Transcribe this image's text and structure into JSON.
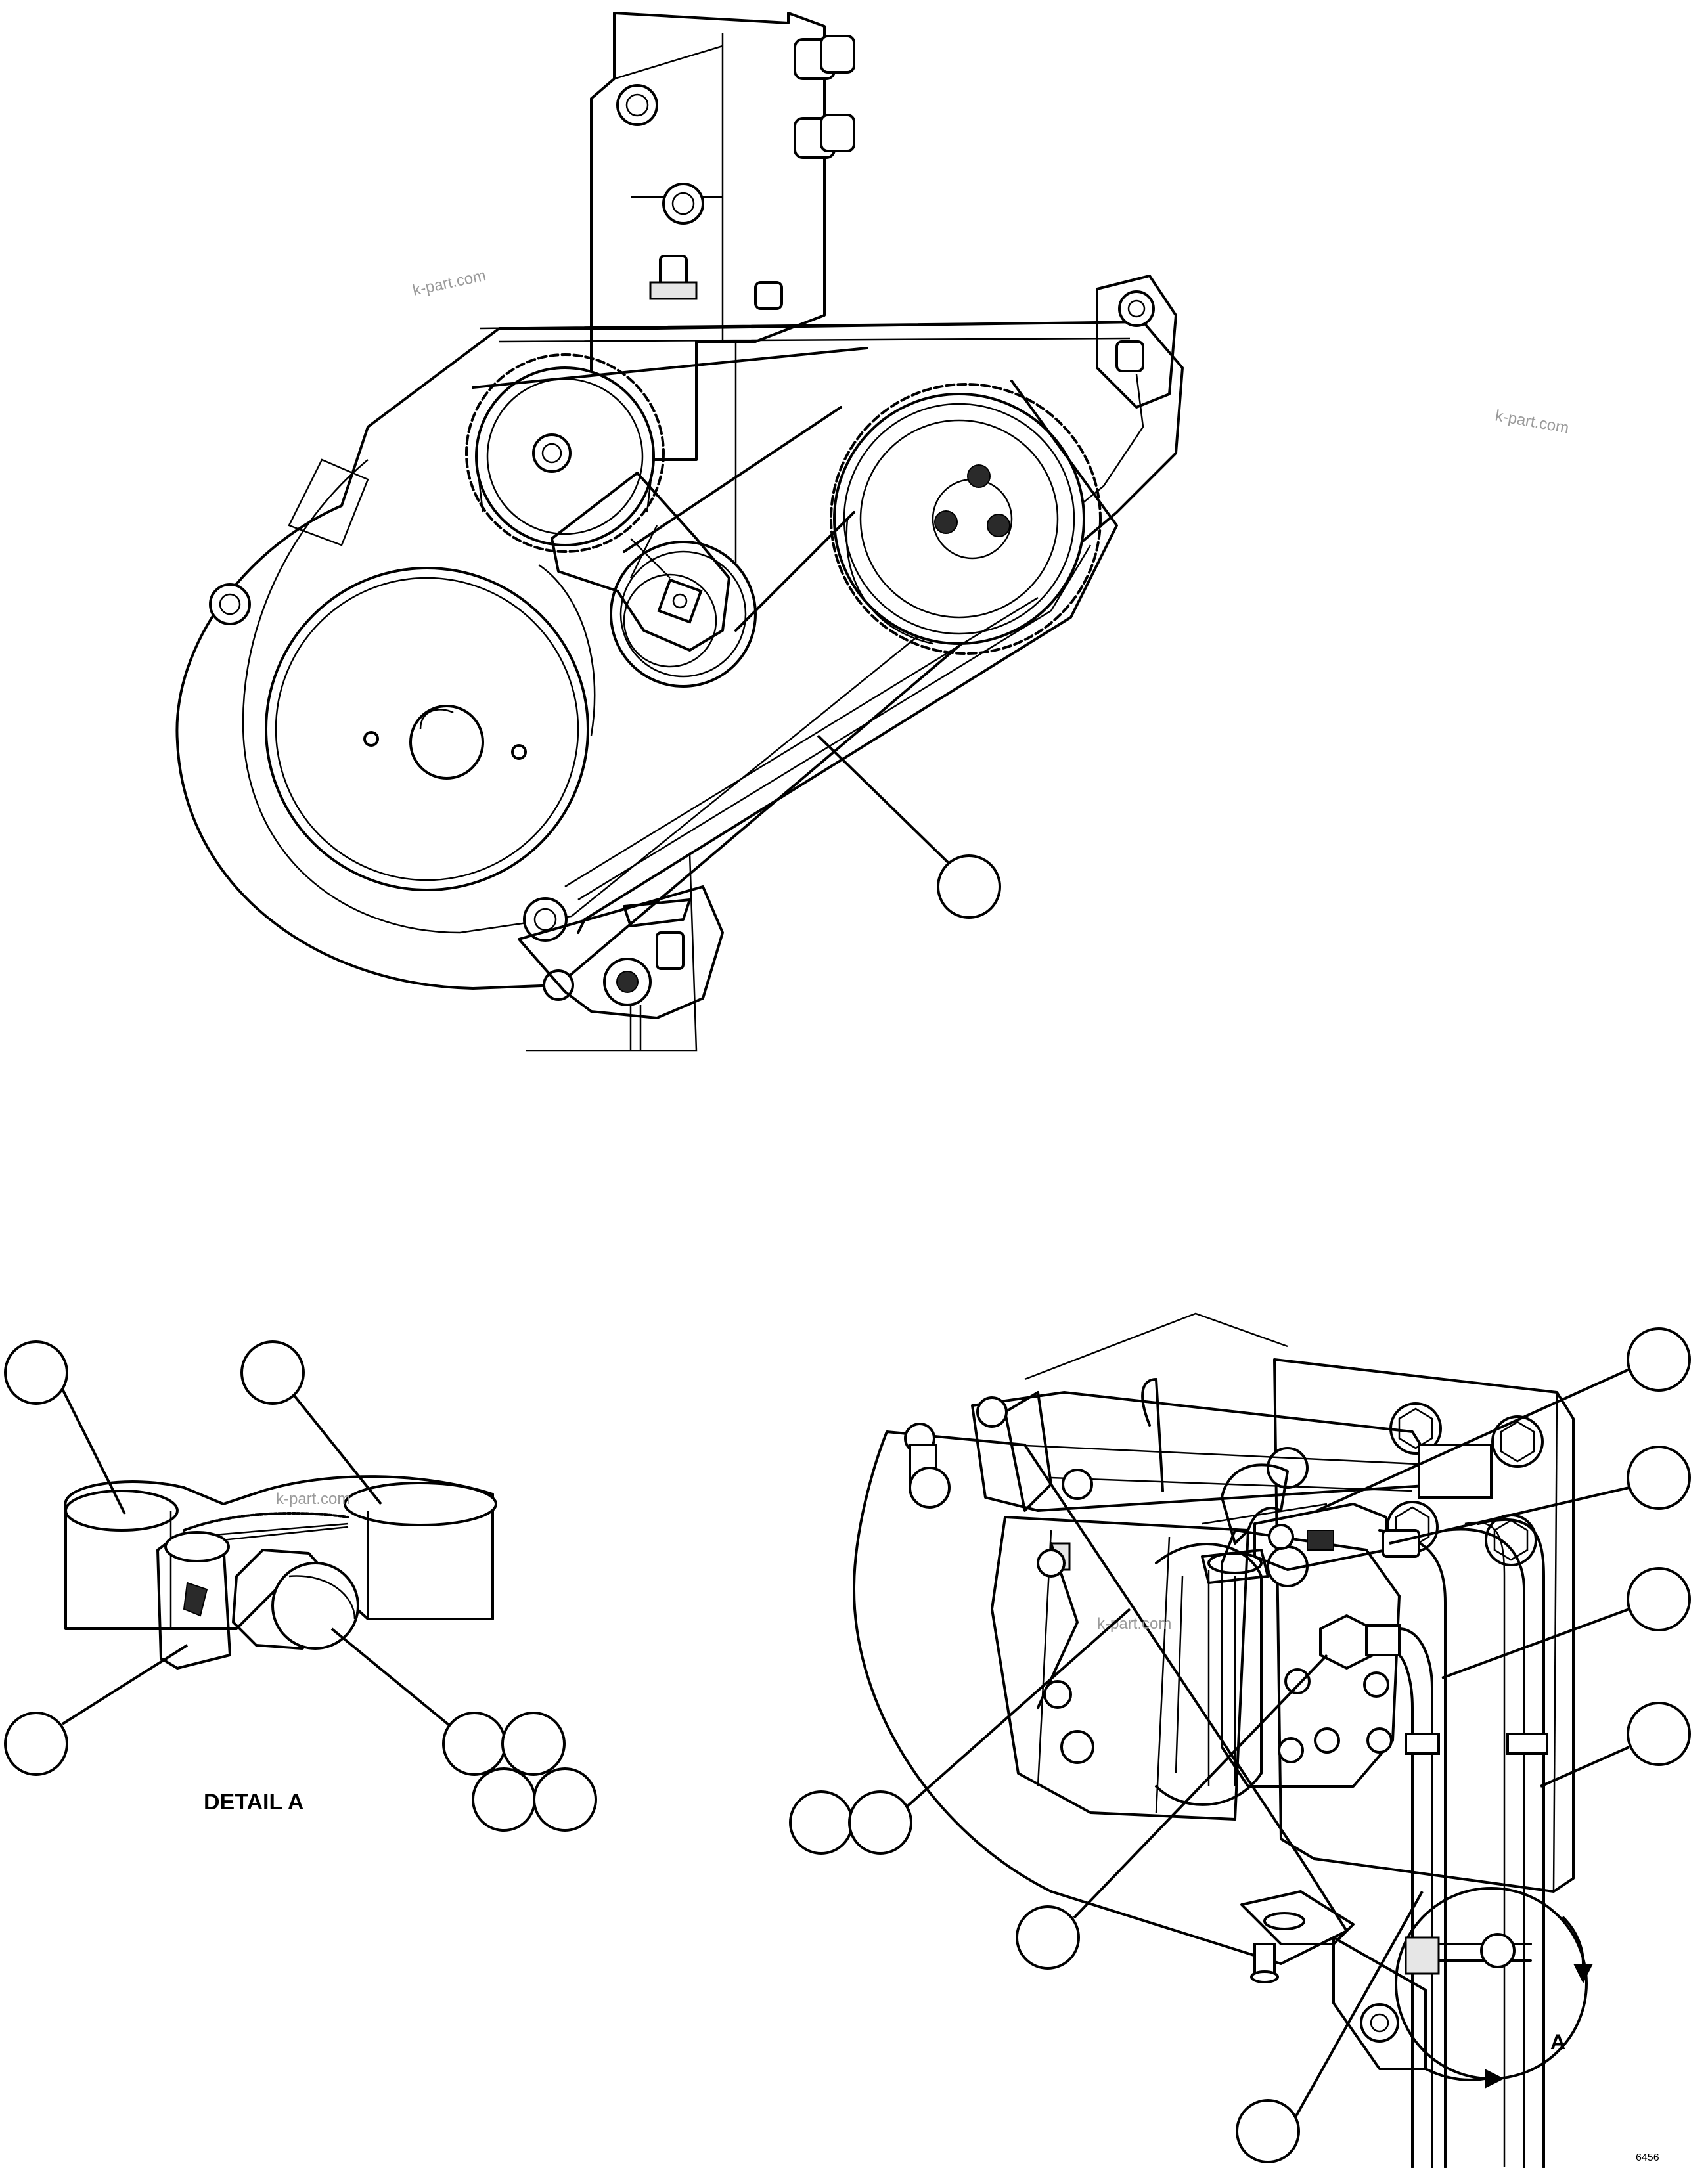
{
  "watermarks": [
    "k-part.com",
    "k-part.com",
    "k-part.com",
    "k-part.com"
  ],
  "labels": {
    "detail": "DETAIL A",
    "view_letter": "A",
    "doc_id": "6456"
  },
  "callouts": {
    "top_view": [
      {
        "number": ""
      }
    ],
    "detail_a": [
      {
        "number": ""
      },
      {
        "number": ""
      },
      {
        "number": ""
      },
      {
        "number": ""
      },
      {
        "number": ""
      },
      {
        "number": ""
      },
      {
        "number": ""
      }
    ],
    "compressor_view": [
      {
        "number": ""
      },
      {
        "number": ""
      },
      {
        "number": ""
      },
      {
        "number": ""
      },
      {
        "number": ""
      },
      {
        "number": ""
      },
      {
        "number": ""
      },
      {
        "number": ""
      }
    ]
  }
}
